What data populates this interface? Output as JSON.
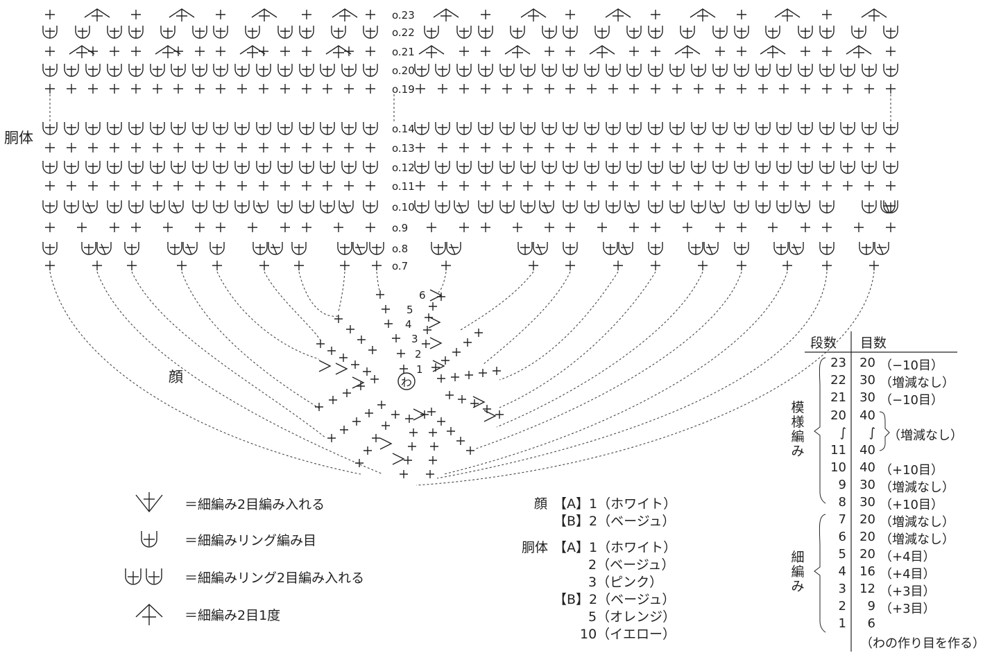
{
  "diagram": {
    "left_label": "胴体",
    "face_label": "顔",
    "center_label": "わ",
    "body_rows": [
      "23",
      "22",
      "21",
      "20",
      "19",
      "14",
      "13",
      "12",
      "11",
      "10",
      "9",
      "8",
      "7"
    ],
    "face_rows": [
      "6",
      "5",
      "4",
      "3",
      "2",
      "1"
    ],
    "marker": "o"
  },
  "legend": [
    {
      "icon": "two-sc-in-one-icon",
      "text": "＝細編み2目編み入れる"
    },
    {
      "icon": "sc-ring-icon",
      "text": "＝細編みリング編み目"
    },
    {
      "icon": "two-sc-ring-in-one-icon",
      "text": "＝細編みリング2目編み入れる"
    },
    {
      "icon": "sc2tog-icon",
      "text": "＝細編み2目1度"
    }
  ],
  "colors": {
    "face": {
      "label": "顔",
      "A": "【A】1（ホワイト）",
      "B": "【B】2（ベージュ）"
    },
    "body": {
      "label": "胴体",
      "A": [
        "【A】1（ホワイト）",
        "2（ベージュ）",
        "3（ピンク）"
      ],
      "B": [
        "【B】2（ベージュ）",
        "5（オレンジ）",
        "10（イエロー）"
      ]
    }
  },
  "table": {
    "headers": [
      "段数",
      "目数"
    ],
    "group_labels": [
      "模様編み",
      "細編み"
    ],
    "rows": [
      {
        "row": "23",
        "count": "20",
        "note": "（−10目）"
      },
      {
        "row": "22",
        "count": "30",
        "note": "（増減なし）"
      },
      {
        "row": "21",
        "count": "30",
        "note": "（−10目）"
      },
      {
        "row": "20",
        "count": "40",
        "note": ""
      },
      {
        "row": "∫",
        "count": "∫",
        "note": "（増減なし）"
      },
      {
        "row": "11",
        "count": "40",
        "note": ""
      },
      {
        "row": "10",
        "count": "40",
        "note": "（+10目）"
      },
      {
        "row": "9",
        "count": "30",
        "note": "（増減なし）"
      },
      {
        "row": "8",
        "count": "30",
        "note": "（+10目）"
      },
      {
        "row": "7",
        "count": "20",
        "note": "（増減なし）"
      },
      {
        "row": "6",
        "count": "20",
        "note": "（増減なし）"
      },
      {
        "row": "5",
        "count": "20",
        "note": "（+4目）"
      },
      {
        "row": "4",
        "count": "16",
        "note": "（+4目）"
      },
      {
        "row": "3",
        "count": "12",
        "note": "（+3目）"
      },
      {
        "row": "2",
        "count": "9",
        "note": "（+3目）"
      },
      {
        "row": "1",
        "count": "6",
        "note": ""
      }
    ],
    "footnote": "（わの作り目を作る）"
  }
}
